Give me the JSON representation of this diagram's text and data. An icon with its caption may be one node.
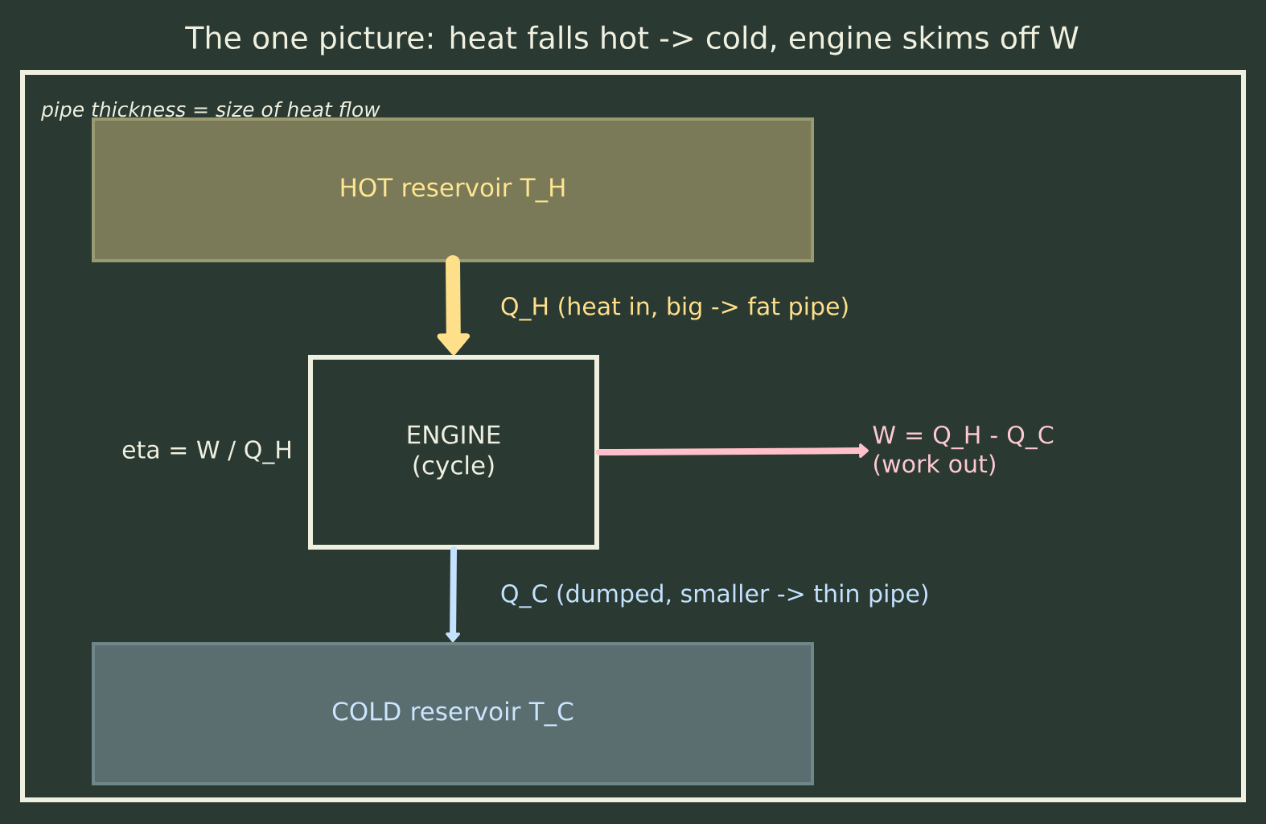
{
  "diagram": {
    "title": "The one picture: heat falls hot -> cold, engine skims off W",
    "nodes": [
      {
        "text": [
          "HOT reservoir  T_H"
        ]
      },
      {
        "text": [
          "ENGINE (cycle)"
        ],
        "beside": [
          "eta = W / Q_H"
        ]
      },
      {
        "text": [
          "COLD reservoir  T_C"
        ]
      },
      {
        "text": [
          "W = Q_H - Q_C (work out)"
        ]
      }
    ],
    "edges": [
      {
        "from": 0,
        "to": 1,
        "arrow": "to",
        "label": "Q_H  (heat in, big -> fat pipe)",
        "style": "thick",
        "color": "#ffe08a"
      },
      {
        "from": 1,
        "to": 2,
        "arrow": "to",
        "label": "Q_C  (dumped, smaller -> thin pipe)",
        "color": "#c4e2ff"
      },
      {
        "from": 1,
        "to": 3,
        "arrow": "to",
        "color": "#ffc0cb"
      }
    ],
    "labels": [
      "pipe thickness = size of heat flow"
    ]
  }
}
